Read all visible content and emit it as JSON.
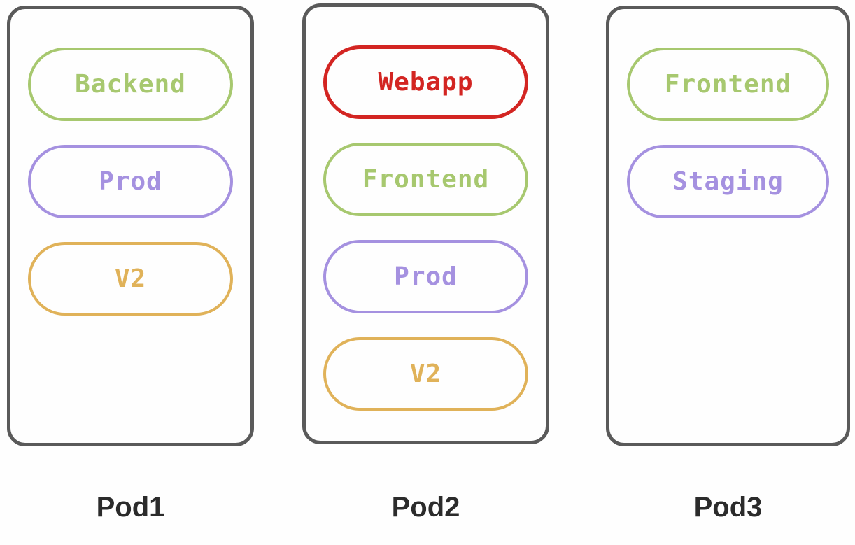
{
  "diagram": {
    "title": "",
    "pods": [
      {
        "label": "Pod1",
        "pills": [
          {
            "label": "Backend",
            "color": "green"
          },
          {
            "label": "Prod",
            "color": "purple"
          },
          {
            "label": "V2",
            "color": "gold"
          }
        ]
      },
      {
        "label": "Pod2",
        "pills": [
          {
            "label": "Webapp",
            "color": "red"
          },
          {
            "label": "Frontend",
            "color": "green"
          },
          {
            "label": "Prod",
            "color": "purple"
          },
          {
            "label": "V2",
            "color": "gold"
          }
        ]
      },
      {
        "label": "Pod3",
        "pills": [
          {
            "label": "Frontend",
            "color": "green"
          },
          {
            "label": "Staging",
            "color": "purple"
          }
        ]
      }
    ],
    "colors": {
      "green": "#a7c86f",
      "purple": "#a591e0",
      "gold": "#e0b259",
      "red": "#d32522",
      "pod_border": "#5a5a5a",
      "pod_label_text": "#2b2b2b",
      "background": "#fefefe"
    }
  }
}
